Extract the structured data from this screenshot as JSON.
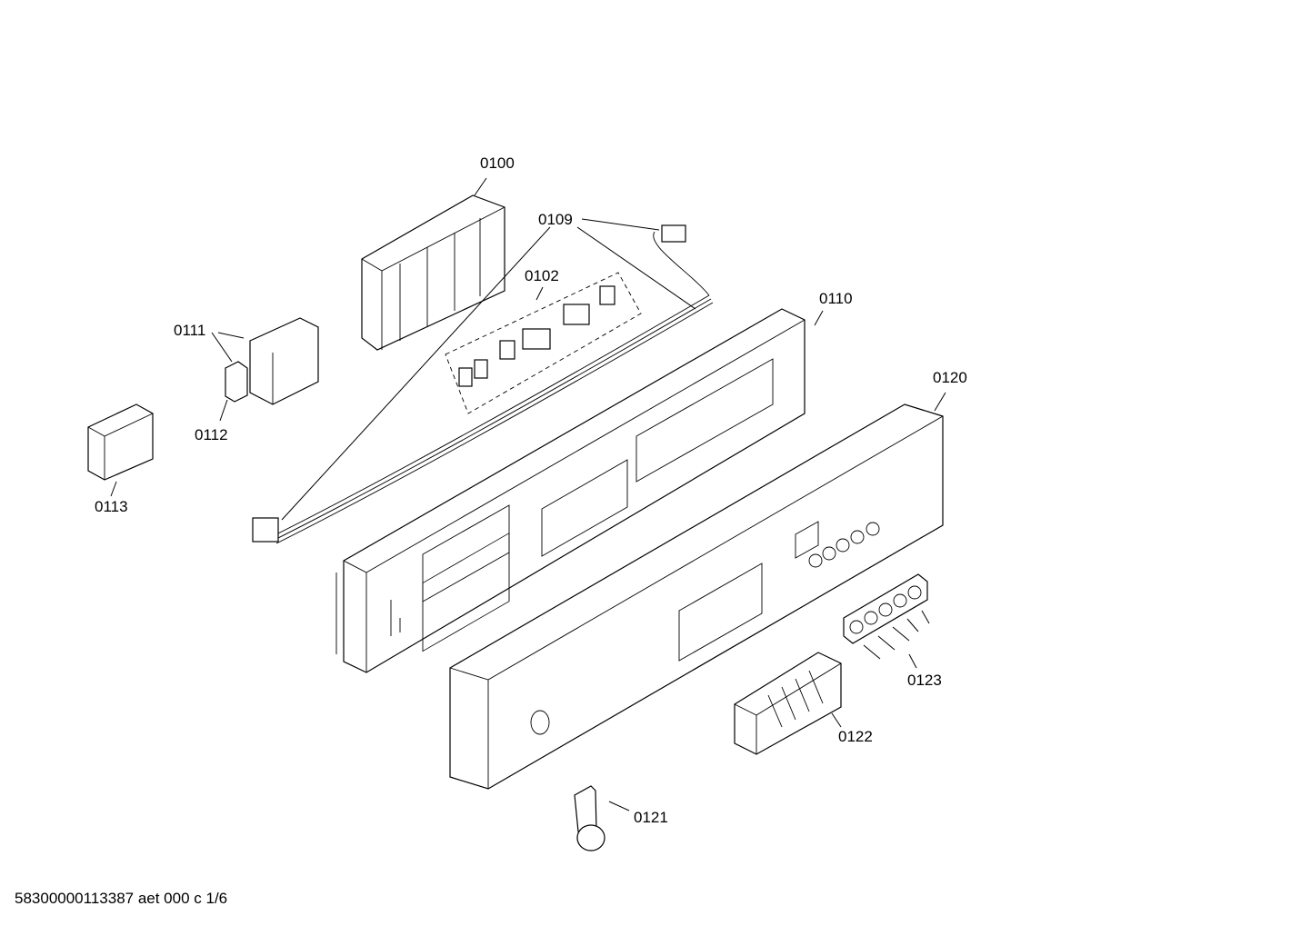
{
  "parts": [
    {
      "id": "0100"
    },
    {
      "id": "0109"
    },
    {
      "id": "0102"
    },
    {
      "id": "0110"
    },
    {
      "id": "0111"
    },
    {
      "id": "0112"
    },
    {
      "id": "0113"
    },
    {
      "id": "0120"
    },
    {
      "id": "0123"
    },
    {
      "id": "0122"
    },
    {
      "id": "0121"
    }
  ],
  "footer": "58300000113387 aet 000 c 1/6"
}
